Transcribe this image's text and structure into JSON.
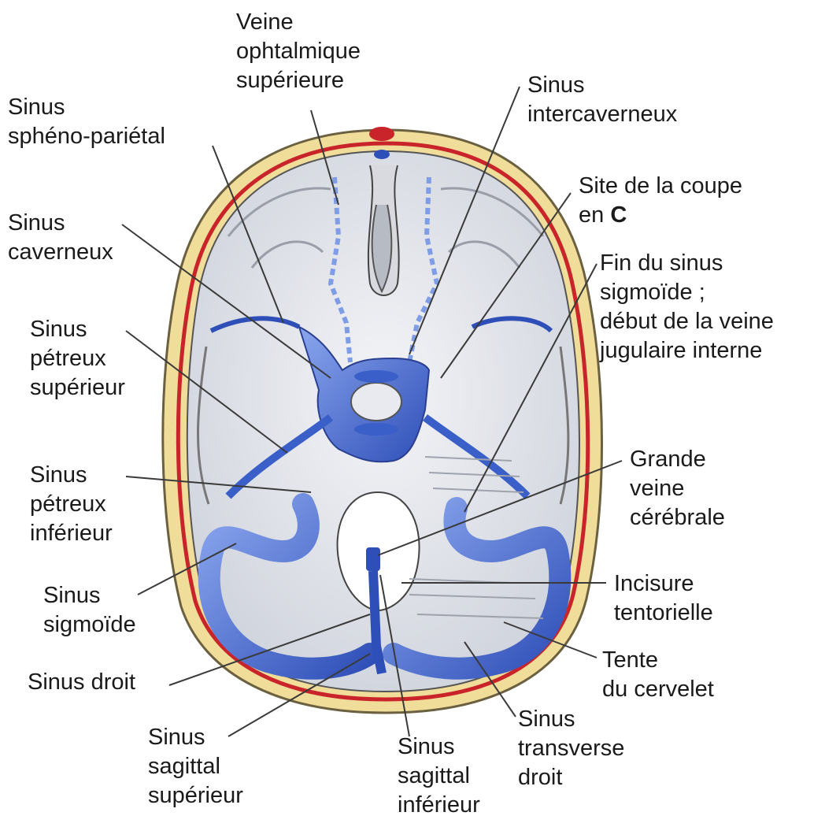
{
  "labels": {
    "veine_ophtalmique": {
      "line1": "Veine",
      "line2": "ophtalmique",
      "line3": "supérieure"
    },
    "sinus_spheno": {
      "line1": "Sinus",
      "line2": "sphéno-pariétal"
    },
    "sinus_intercaverneux": {
      "line1": "Sinus",
      "line2": "intercaverneux"
    },
    "site_coupe": {
      "line1": "Site de la coupe",
      "line2_prefix": "en ",
      "line2_bold": "C"
    },
    "sinus_caverneux": {
      "line1": "Sinus",
      "line2": "caverneux"
    },
    "fin_sigmoide": {
      "line1": "Fin du sinus",
      "line2": "sigmoïde ;",
      "line3": "début de la veine",
      "line4": "jugulaire interne"
    },
    "petreux_sup": {
      "line1": "Sinus",
      "line2": "pétreux",
      "line3": "supérieur"
    },
    "grande_veine": {
      "line1": "Grande",
      "line2": "veine",
      "line3": "cérébrale"
    },
    "petreux_inf": {
      "line1": "Sinus",
      "line2": "pétreux",
      "line3": "inférieur"
    },
    "incisure": {
      "line1": "Incisure",
      "line2": "tentorielle"
    },
    "sinus_sigmoide": {
      "line1": "Sinus",
      "line2": "sigmoïde"
    },
    "tente": {
      "line1": "Tente",
      "line2": "du cervelet"
    },
    "sinus_droit": {
      "line1": "Sinus droit"
    },
    "sagittal_sup": {
      "line1": "Sinus",
      "line2": "sagittal",
      "line3": "supérieur"
    },
    "sagittal_inf": {
      "line1": "Sinus",
      "line2": "sagittal",
      "line3": "inférieur"
    },
    "transverse": {
      "line1": "Sinus",
      "line2": "transverse",
      "line3": "droit"
    }
  },
  "colors": {
    "bone": "#f0dd9a",
    "bone_edge": "#6b6040",
    "dura_red": "#c8242a",
    "fossa": "#e4e6ec",
    "sinus_blue": "#3a5fc8",
    "sinus_blue_light": "#7f9ce6",
    "outline": "#333333"
  }
}
